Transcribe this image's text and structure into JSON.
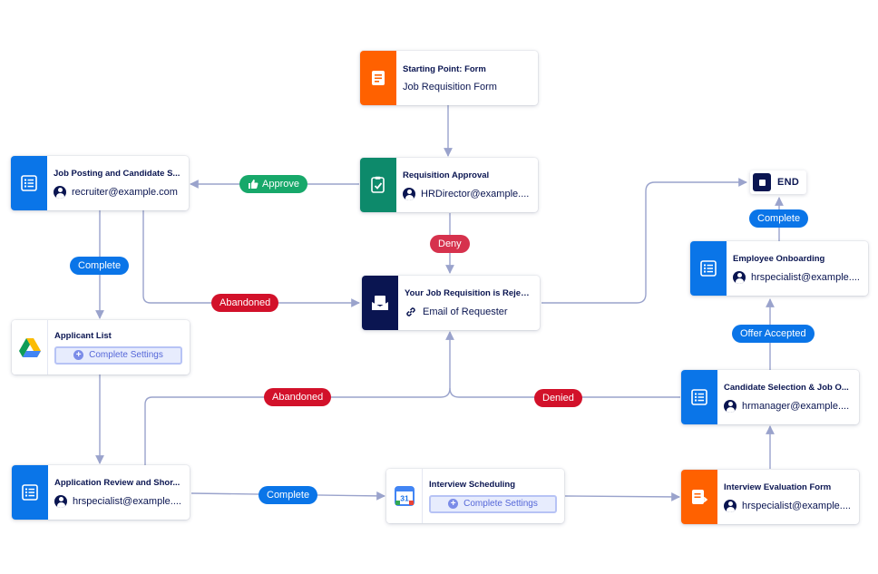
{
  "colors": {
    "form": "#ff6100",
    "approval": "#0d8a6b",
    "email": "#0a1551",
    "task": "#0a75e8",
    "edge": "#9aa3cc",
    "complete_pill": "#0a75e8",
    "abandoned_pill": "#d2112a",
    "approve_pill": "#17a86a"
  },
  "nodes": {
    "start": {
      "title": "Starting Point: Form",
      "subtitle": "Job Requisition Form",
      "icon": "form-icon"
    },
    "approval": {
      "title": "Requisition Approval",
      "assignee": "HRDirector@example....",
      "icon": "approval-icon"
    },
    "posting": {
      "title": "Job Posting and Candidate S...",
      "assignee": "recruiter@example.com",
      "icon": "list-icon"
    },
    "rejected": {
      "title": "Your Job Requisition is Rejec...",
      "recipient": "Email of Requester",
      "icon": "mail-icon"
    },
    "applicant": {
      "title": "Applicant List",
      "button": "Complete Settings",
      "icon": "google-drive-icon"
    },
    "review": {
      "title": "Application Review and Shor...",
      "assignee": "hrspecialist@example....",
      "icon": "list-icon"
    },
    "interview": {
      "title": "Interview Scheduling",
      "button": "Complete Settings",
      "icon": "google-calendar-icon",
      "calendar_day": "31"
    },
    "evaluation": {
      "title": "Interview Evaluation Form",
      "assignee": "hrspecialist@example....",
      "icon": "form-icon"
    },
    "selection": {
      "title": "Candidate Selection & Job O...",
      "assignee": "hrmanager@example....",
      "icon": "list-icon"
    },
    "onboarding": {
      "title": "Employee Onboarding",
      "assignee": "hrspecialist@example....",
      "icon": "list-icon"
    },
    "end": {
      "label": "END"
    }
  },
  "edge_labels": {
    "approve": "Approve",
    "deny": "Deny",
    "complete_posting": "Complete",
    "abandoned_posting": "Abandoned",
    "abandoned_review": "Abandoned",
    "denied": "Denied",
    "complete_review": "Complete",
    "offer_accepted": "Offer Accepted",
    "complete_onboarding": "Complete"
  }
}
